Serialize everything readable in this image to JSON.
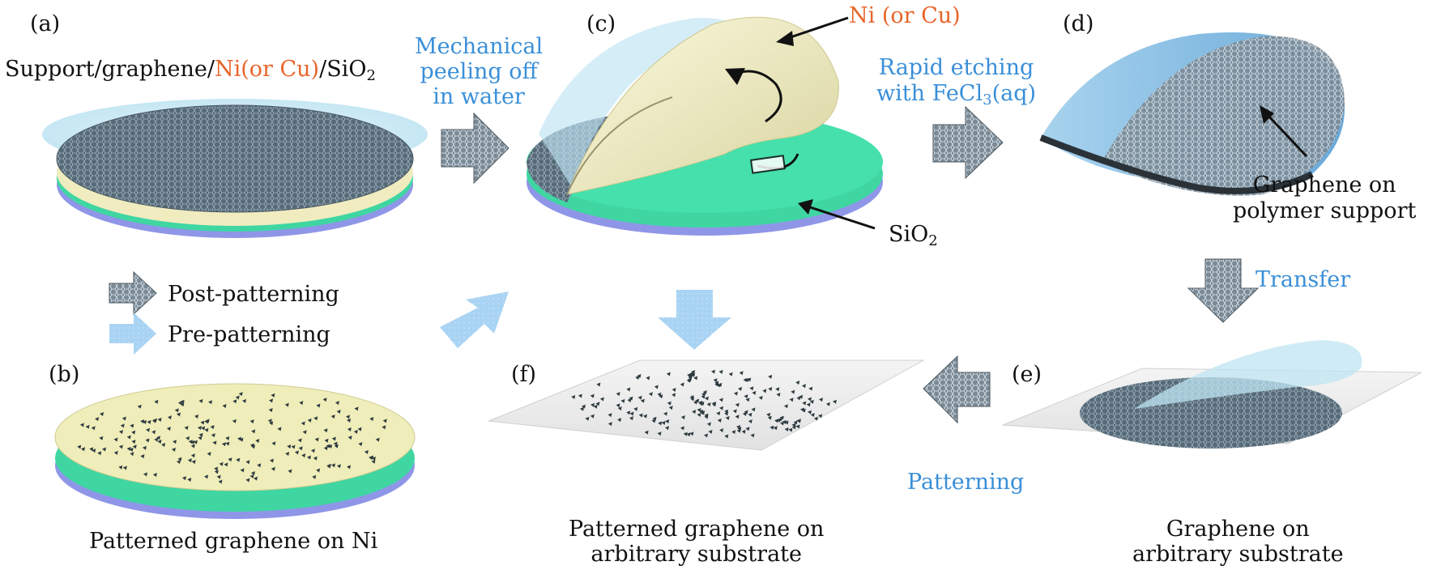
{
  "panels": {
    "a": "(a)",
    "b": "(b)",
    "c": "(c)",
    "d": "(d)",
    "e": "(e)",
    "f": "(f)"
  },
  "a": {
    "stack_prefix": "Support/graphene/",
    "stack_metal": "Ni(or Cu)",
    "stack_sep": "/SiO",
    "stack_sub": "2"
  },
  "steps": {
    "peel": [
      "Mechanical",
      "peeling off",
      "in water"
    ],
    "etch": [
      "Rapid etching",
      "with FeCl"
    ],
    "etch_sub": "3",
    "etch_tail": "(aq)",
    "transfer": "Transfer",
    "patterning": "Patterning"
  },
  "c": {
    "metal_label": "Ni (or Cu)",
    "substrate_label": "SiO",
    "substrate_sub": "2"
  },
  "d": {
    "caption": [
      "Graphene on",
      "polymer support"
    ]
  },
  "legend": {
    "post": "Post-patterning",
    "pre": "Pre-patterning"
  },
  "captions": {
    "b": "Patterned graphene on Ni",
    "f": [
      "Patterned graphene on",
      "arbitrary substrate"
    ],
    "e": [
      "Graphene on",
      "arbitrary substrate"
    ]
  },
  "colors": {
    "graphene": "#5c6f7c",
    "metal": "#f0ecc0",
    "sio2": "#3fd6a2",
    "base": "#8f96e8",
    "support": "#bfe4f2",
    "dark_arrow": "#5a666c",
    "light_arrow": "#a9d3f3",
    "blue_text": "#3a8fd8",
    "orange_text": "#e8652a"
  }
}
